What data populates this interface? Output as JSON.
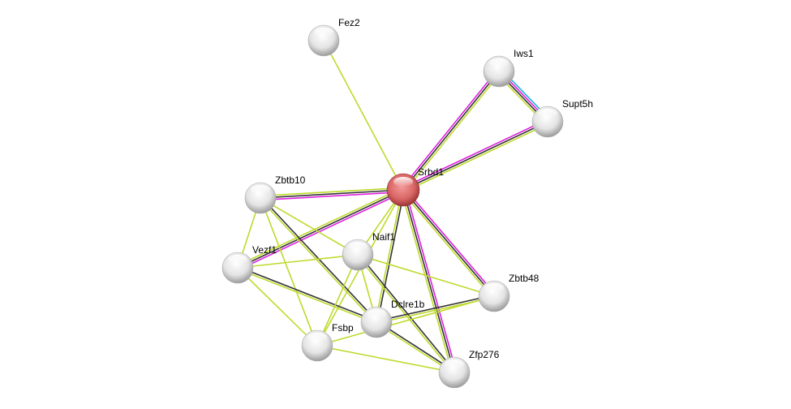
{
  "nodes": [
    {
      "id": "Fez2",
      "label": "Fez2",
      "query": false
    },
    {
      "id": "Iws1",
      "label": "Iws1",
      "query": false
    },
    {
      "id": "Supt5h",
      "label": "Supt5h",
      "query": false
    },
    {
      "id": "Srbd1",
      "label": "Srbd1",
      "query": true
    },
    {
      "id": "Zbtb10",
      "label": "Zbtb10",
      "query": false
    },
    {
      "id": "Naif1",
      "label": "Naif1",
      "query": false
    },
    {
      "id": "Vezf1",
      "label": "Vezf1",
      "query": false
    },
    {
      "id": "Zbtb48",
      "label": "Zbtb48",
      "query": false
    },
    {
      "id": "Dclre1b",
      "label": "Dclre1b",
      "query": false
    },
    {
      "id": "Fsbp",
      "label": "Fsbp",
      "query": false
    },
    {
      "id": "Zfp276",
      "label": "Zfp276",
      "query": false
    }
  ],
  "evidence_colors": {
    "textmining": "#c0d92b",
    "coexpression": "#333333",
    "experiments": "#e020e0",
    "database": "#22b5d8"
  },
  "edges": [
    {
      "a": "Srbd1",
      "b": "Fez2",
      "evidence": [
        "textmining"
      ]
    },
    {
      "a": "Srbd1",
      "b": "Iws1",
      "evidence": [
        "experiments",
        "coexpression",
        "textmining"
      ]
    },
    {
      "a": "Srbd1",
      "b": "Supt5h",
      "evidence": [
        "experiments",
        "coexpression",
        "textmining"
      ]
    },
    {
      "a": "Iws1",
      "b": "Supt5h",
      "evidence": [
        "database",
        "experiments",
        "coexpression",
        "textmining"
      ]
    },
    {
      "a": "Srbd1",
      "b": "Zbtb10",
      "evidence": [
        "experiments",
        "coexpression",
        "textmining"
      ]
    },
    {
      "a": "Srbd1",
      "b": "Vezf1",
      "evidence": [
        "experiments",
        "coexpression",
        "textmining"
      ]
    },
    {
      "a": "Srbd1",
      "b": "Naif1",
      "evidence": [
        "textmining"
      ]
    },
    {
      "a": "Srbd1",
      "b": "Fsbp",
      "evidence": [
        "textmining"
      ]
    },
    {
      "a": "Srbd1",
      "b": "Dclre1b",
      "evidence": [
        "coexpression",
        "textmining"
      ]
    },
    {
      "a": "Srbd1",
      "b": "Zbtb48",
      "evidence": [
        "experiments",
        "coexpression",
        "textmining"
      ]
    },
    {
      "a": "Srbd1",
      "b": "Zfp276",
      "evidence": [
        "experiments",
        "coexpression",
        "textmining"
      ]
    },
    {
      "a": "Zbtb10",
      "b": "Vezf1",
      "evidence": [
        "textmining"
      ]
    },
    {
      "a": "Zbtb10",
      "b": "Fsbp",
      "evidence": [
        "textmining"
      ]
    },
    {
      "a": "Zbtb10",
      "b": "Naif1",
      "evidence": [
        "textmining"
      ]
    },
    {
      "a": "Zbtb10",
      "b": "Dclre1b",
      "evidence": [
        "coexpression",
        "textmining"
      ]
    },
    {
      "a": "Vezf1",
      "b": "Naif1",
      "evidence": [
        "textmining"
      ]
    },
    {
      "a": "Vezf1",
      "b": "Dclre1b",
      "evidence": [
        "coexpression",
        "textmining"
      ]
    },
    {
      "a": "Vezf1",
      "b": "Fsbp",
      "evidence": [
        "textmining"
      ]
    },
    {
      "a": "Naif1",
      "b": "Fsbp",
      "evidence": [
        "textmining"
      ]
    },
    {
      "a": "Naif1",
      "b": "Dclre1b",
      "evidence": [
        "textmining"
      ]
    },
    {
      "a": "Naif1",
      "b": "Zbtb48",
      "evidence": [
        "textmining"
      ]
    },
    {
      "a": "Naif1",
      "b": "Zfp276",
      "evidence": [
        "coexpression",
        "textmining"
      ]
    },
    {
      "a": "Dclre1b",
      "b": "Zbtb48",
      "evidence": [
        "coexpression",
        "textmining"
      ]
    },
    {
      "a": "Fsbp",
      "b": "Zbtb48",
      "evidence": [
        "textmining"
      ]
    },
    {
      "a": "Dclre1b",
      "b": "Zfp276",
      "evidence": [
        "coexpression",
        "textmining"
      ]
    },
    {
      "a": "Fsbp",
      "b": "Zfp276",
      "evidence": [
        "textmining"
      ]
    }
  ]
}
